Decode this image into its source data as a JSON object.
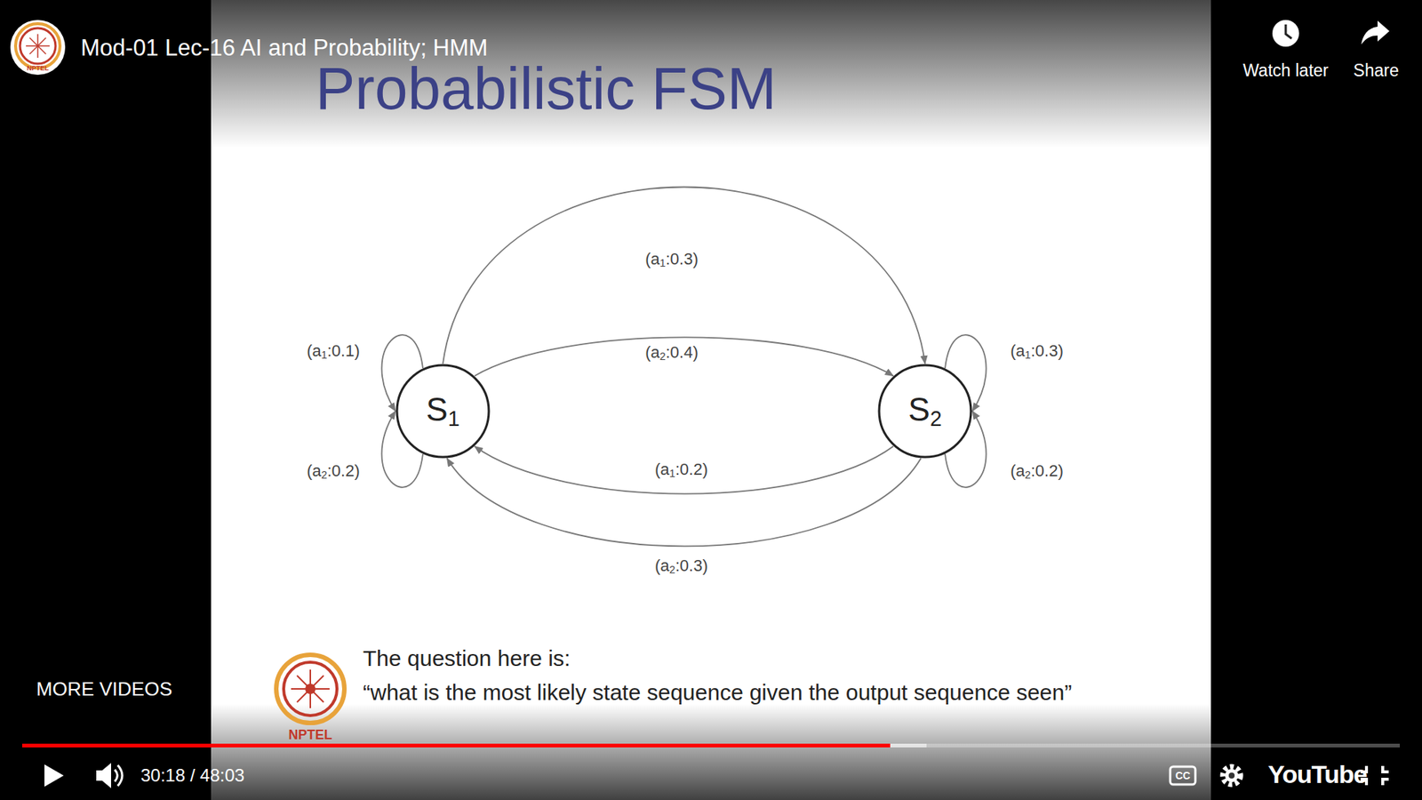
{
  "diagram": {
    "title": "Probabilistic FSM",
    "nodes": [
      {
        "text": [
          "S1"
        ]
      },
      {
        "text": [
          "S2"
        ]
      }
    ],
    "edges": [
      {
        "from": 0,
        "to": 1,
        "label": "(a1:0.3)",
        "arrow": "to"
      },
      {
        "from": 0,
        "to": 1,
        "label": "(a2:0.4)",
        "arrow": "to"
      },
      {
        "from": 1,
        "to": 0,
        "label": "(a1:0.2)",
        "arrow": "to"
      },
      {
        "from": 1,
        "to": 0,
        "label": "(a2:0.3)",
        "arrow": "to"
      },
      {
        "from": 0,
        "to": 0,
        "label": "(a1:0.1)",
        "arrow": "to"
      },
      {
        "from": 0,
        "to": 0,
        "label": "(a2:0.2)",
        "arrow": "to"
      },
      {
        "from": 1,
        "to": 1,
        "label": "(a1:0.3)",
        "arrow": "to"
      },
      {
        "from": 1,
        "to": 1,
        "label": "(a2:0.2)",
        "arrow": "to"
      }
    ],
    "labels": [
      "Mod-01 Lec-16 AI and Probability; HMM",
      "NPTEL",
      "Watch later",
      "Share",
      "The question here is:",
      "“what is the most likely state sequence given the output sequence seen”",
      "NPTEL",
      "MORE VIDEOS",
      "30:18 / 48:03",
      "YouTube",
      "CC"
    ]
  }
}
